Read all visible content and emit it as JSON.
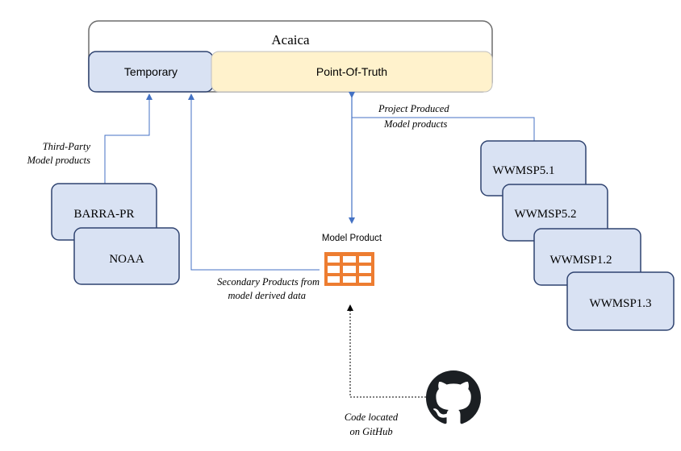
{
  "diagram": {
    "container": {
      "title": "Acaica"
    },
    "stores": {
      "temporary": "Temporary",
      "point_of_truth": "Point-Of-Truth"
    },
    "third_party": {
      "label_line1": "Third-Party",
      "label_line2": "Model products",
      "items": [
        "BARRA-PR",
        "NOAA"
      ]
    },
    "project": {
      "label_line1": "Project Produced",
      "label_line2": "Model products",
      "items": [
        "WWMSP5.1",
        "WWMSP5.2",
        "WWMSP1.2",
        "WWMSP1.3"
      ]
    },
    "model_product": {
      "label": "Model Product",
      "icon": "table-icon"
    },
    "secondary": {
      "label_line1": "Secondary Products from",
      "label_line2": "model derived data"
    },
    "code": {
      "label_line1": "Code located",
      "label_line2": "on GitHub",
      "icon": "github-icon"
    },
    "colors": {
      "box_fill": "#d9e2f3",
      "box_stroke": "#2f4370",
      "truth_fill": "#fff2cc",
      "container_stroke": "#6d6d6d",
      "arrow": "#4472c4",
      "table_icon": "#ed7d31",
      "github": "#1b1f23"
    }
  }
}
